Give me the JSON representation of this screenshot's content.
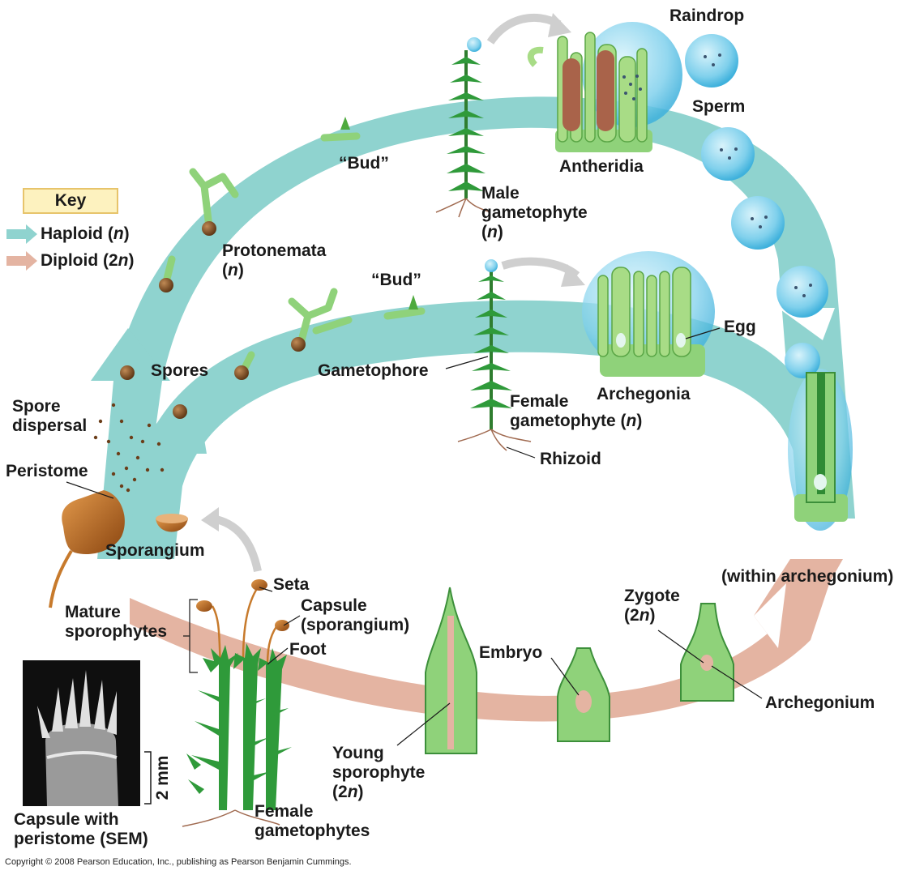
{
  "key": {
    "title": "Key",
    "haploid": {
      "text": "Haploid (",
      "ploidy": "n",
      "close": ")",
      "color": "#8fd3cf"
    },
    "diploid": {
      "text": "Diploid (2",
      "ploidy": "n",
      "close": ")",
      "color": "#e4b4a2"
    }
  },
  "labels": {
    "raindrop": "Raindrop",
    "sperm": "Sperm",
    "antheridia": "Antheridia",
    "bud_top": "“Bud”",
    "male_gametophyte": "Male\ngametophyte",
    "male_ploidy": "n",
    "protonemata": "Protonemata",
    "protonemata_ploidy": "n",
    "bud_mid": "“Bud”",
    "egg": "Egg",
    "spores": "Spores",
    "gametophore": "Gametophore",
    "archegonia": "Archegonia",
    "spore_dispersal": "Spore\ndispersal",
    "female_gametophyte": "Female\ngametophyte (",
    "female_ploidy": "n",
    "peristome": "Peristome",
    "rhizoid": "Rhizoid",
    "sporangium": "Sporangium",
    "within_archegonium": "(within archegonium)",
    "seta": "Seta",
    "capsule": "Capsule\n(sporangium)",
    "zygote": "Zygote\n(2",
    "zygote_ploidy": "n",
    "mature_sporophytes": "Mature\nsporophytes",
    "foot": "Foot",
    "embryo": "Embryo",
    "archegonium": "Archegonium",
    "scale": "2 mm",
    "young_sporophyte": "Young\nsporophyte\n(2",
    "young_ploidy": "n",
    "capsule_sem": "Capsule with\nperistome (SEM)",
    "female_gametophytes": "Female\ngametophytes"
  },
  "copyright": "Copyright © 2008 Pearson Education, Inc., publishing as Pearson Benjamin Cummings.",
  "colors": {
    "haploid_arrow": "#8fd3cf",
    "diploid_arrow": "#e4b4a2",
    "moss_green": "#2f9a3a",
    "cell_green": "#8fd27a",
    "raindrop_blue": "#5bc3e6",
    "capsule_brown": "#b5651d",
    "spore_brown": "#6b3e1a"
  }
}
